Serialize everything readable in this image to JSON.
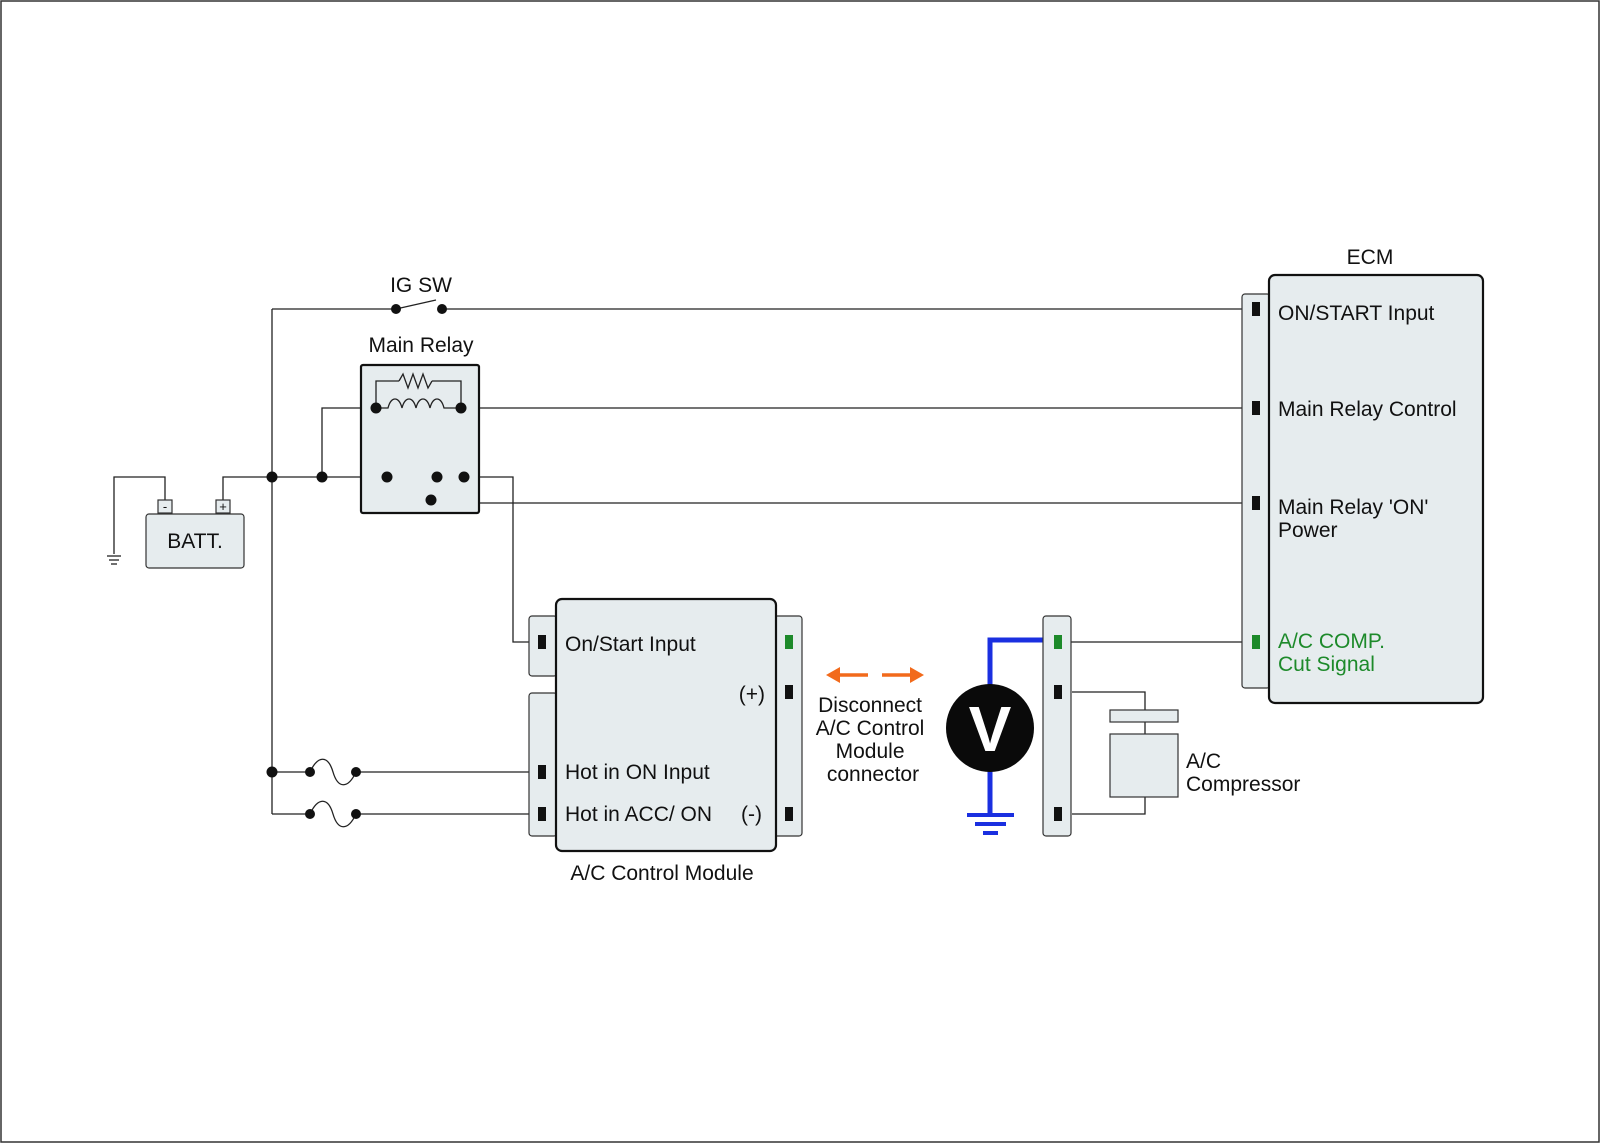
{
  "ig_sw": {
    "label": "IG SW"
  },
  "main_relay": {
    "label": "Main Relay"
  },
  "battery": {
    "label": "BATT.",
    "neg": "-",
    "pos": "+"
  },
  "ecm": {
    "title": "ECM",
    "pins": [
      {
        "label_lines": [
          "ON/START Input"
        ]
      },
      {
        "label_lines": [
          "Main Relay Control"
        ]
      },
      {
        "label_lines": [
          "Main Relay 'ON'",
          "Power"
        ]
      },
      {
        "label_lines": [
          "A/C COMP.",
          "Cut Signal"
        ]
      }
    ]
  },
  "ac_module": {
    "title": "A/C Control Module",
    "on_start": "On/Start Input",
    "hot_on": "Hot in ON Input",
    "hot_acc": "Hot in ACC/ ON",
    "plus": "(+)",
    "minus": "(-)"
  },
  "disconnect_note": {
    "lines": [
      "Disconnect",
      "A/C Control",
      "Module",
      "connector"
    ]
  },
  "voltmeter": {
    "symbol": "V"
  },
  "compressor": {
    "lines": [
      "A/C",
      "Compressor"
    ]
  },
  "colors": {
    "highlight_green": "#1d8a2a",
    "arrow_orange": "#f26a1b",
    "meter_wire_blue": "#1a2fe0"
  }
}
